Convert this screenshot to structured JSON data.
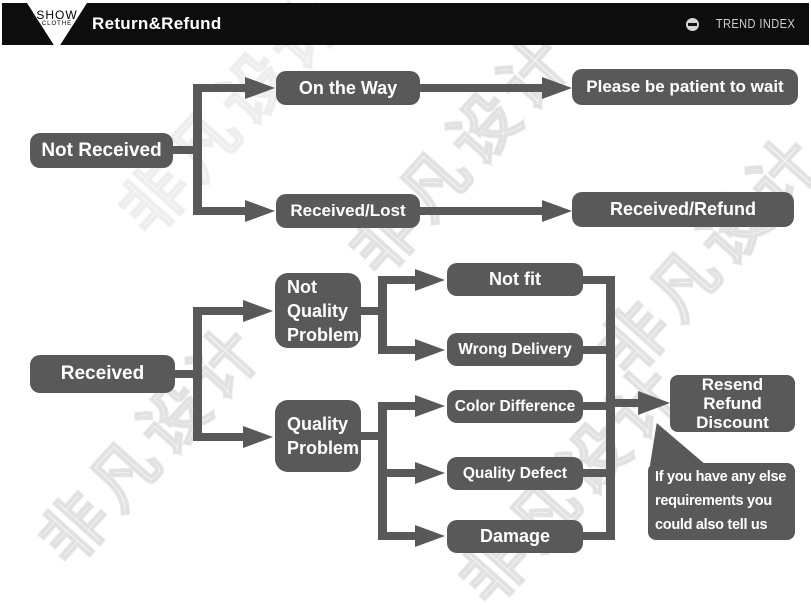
{
  "header": {
    "logo": {
      "line1": "SHOW",
      "line2": "CLOTHE"
    },
    "title": "Return&Refund",
    "brand": {
      "icon": "circle-minus-icon",
      "label": "TREND INDEX"
    }
  },
  "colors": {
    "node_gray": "#595959",
    "header_bg": "#0d0d0d",
    "node_text": "#ffffff",
    "watermark": "#c3c3c3"
  },
  "watermark": {
    "text": "非凡设计"
  },
  "flow": {
    "not_received": "Not Received",
    "on_the_way": "On the Way",
    "patient": "Please be patient to wait",
    "received_lost": "Received/Lost",
    "received_refund": "Received/Refund",
    "received": "Received",
    "not_quality_problem": "Not\nQuality\nProblem",
    "quality_problem": "Quality\nProblem",
    "not_fit": "Not fit",
    "wrong_delivery": "Wrong Delivery",
    "color_difference": "Color Difference",
    "quality_defect": "Quality Defect",
    "damage": "Damage",
    "resend": "Resend\nRefund\nDiscount",
    "bubble": "If you have any else\nrequirements you\ncould also tell us"
  }
}
